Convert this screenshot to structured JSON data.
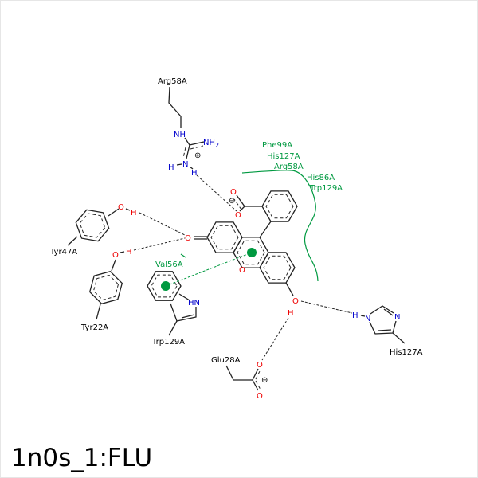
{
  "title": "1n0s_1:FLU",
  "colors": {
    "hydrophobic": "#009940",
    "oxygen": "#e00000",
    "nitrogen": "#0000cc",
    "bond": "#222222"
  },
  "residues": {
    "arg58": "Arg58A",
    "tyr47": "Tyr47A",
    "tyr22": "Tyr22A",
    "trp129": "Trp129A",
    "his127": "His127A",
    "glu28": "Glu28A"
  },
  "hydrophobic_labels": [
    "Phe99A",
    "His127A",
    "Arg58A",
    "His86A",
    "Trp129A",
    "Val56A"
  ],
  "atoms": {
    "nh": "NH",
    "nh2": "NH",
    "nh2_sub": "2",
    "n": "N",
    "h": "H",
    "o": "O",
    "hn": "HN",
    "plus": "⊕",
    "minus": "⊖"
  }
}
